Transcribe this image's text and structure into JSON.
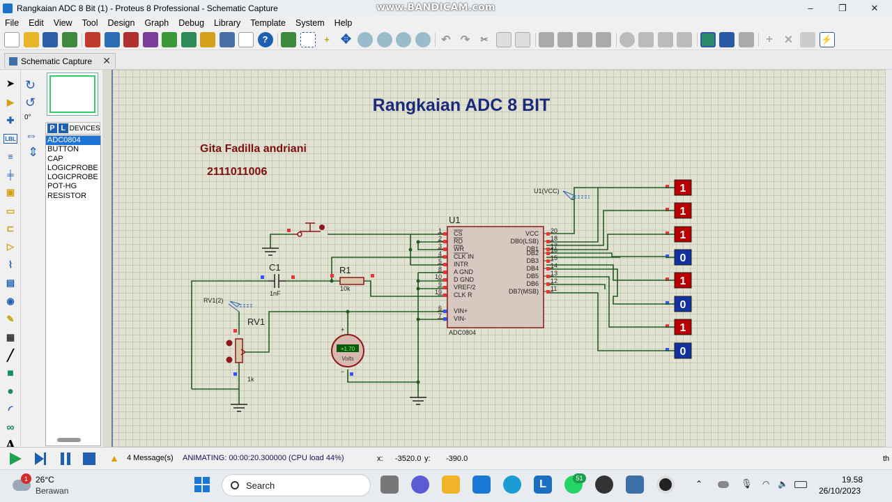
{
  "window": {
    "title": "Rangkaian ADC 8 Bit (1) - Proteus 8 Professional - Schematic Capture",
    "watermark": "www.BANDICAM.com",
    "controls": {
      "minimize": "–",
      "maximize": "❐",
      "close": "✕"
    }
  },
  "menu": [
    "File",
    "Edit",
    "View",
    "Tool",
    "Design",
    "Graph",
    "Debug",
    "Library",
    "Template",
    "System",
    "Help"
  ],
  "toolbar_icons": [
    "new-file-icon",
    "open-folder-icon",
    "save-icon",
    "import-icon",
    "home-icon",
    "schematic-icon",
    "pcb-icon",
    "gerber-icon",
    "3d-viewer-icon",
    "bom-icon",
    "cost-icon",
    "vsm-studio-icon",
    "notes-icon",
    "help-icon",
    "refresh-icon",
    "grid-icon",
    "origin-icon",
    "pan-icon",
    "zoom-in-icon",
    "zoom-out-icon",
    "zoom-all-icon",
    "zoom-area-icon",
    "undo-icon",
    "redo-icon",
    "cut-icon",
    "copy-icon",
    "paste-icon",
    "block-copy-icon",
    "block-move-icon",
    "block-rotate-icon",
    "block-delete-icon",
    "pick-device-icon",
    "make-device-icon",
    "packaging-icon",
    "decompose-icon",
    "wire-autorouter-icon",
    "search-icon",
    "property-tool-icon",
    "new-sheet-icon",
    "remove-sheet-icon",
    "exit-parent-icon",
    "design-explorer-icon"
  ],
  "tab": {
    "label": "Schematic Capture",
    "close": "✕"
  },
  "devices": {
    "header_p": "P",
    "header_l": "L",
    "header_label": "DEVICES",
    "items": [
      "ADC0804",
      "BUTTON",
      "CAP",
      "LOGICPROBE",
      "LOGICPROBE (",
      "POT-HG",
      "RESISTOR"
    ],
    "selected": "ADC0804"
  },
  "rotation": "0°",
  "schematic": {
    "title": "Rangkaian ADC 8 BIT",
    "author": "Gita Fadilla andriani",
    "student_id": "2111011006",
    "ic": {
      "ref": "U1",
      "part": "ADC0804",
      "left_pins": [
        {
          "num": "1",
          "name": "CS"
        },
        {
          "num": "2",
          "name": "RD"
        },
        {
          "num": "3",
          "name": "WR"
        },
        {
          "num": "4",
          "name": "CLK IN"
        },
        {
          "num": "5",
          "name": "INTR"
        },
        {
          "num": "8",
          "name": "A GND"
        },
        {
          "num": "10",
          "name": "D GND"
        },
        {
          "num": "9",
          "name": "VREF/2"
        },
        {
          "num": "19",
          "name": "CLK R"
        },
        {
          "num": "6",
          "name": "VIN+"
        },
        {
          "num": "7",
          "name": "VIN-"
        }
      ],
      "right_pins": [
        {
          "num": "20",
          "name": "VCC"
        },
        {
          "num": "18",
          "name": "DB0(LSB)"
        },
        {
          "num": "17",
          "name": "DB1"
        },
        {
          "num": "16",
          "name": "DB2"
        },
        {
          "num": "15",
          "name": "DB3"
        },
        {
          "num": "14",
          "name": "DB4"
        },
        {
          "num": "13",
          "name": "DB5"
        },
        {
          "num": "12",
          "name": "DB6"
        },
        {
          "num": "11",
          "name": "DB7(MSB)"
        }
      ]
    },
    "vcc_label": "U1(VCC)",
    "rv_probe_label": "RV1(2)",
    "c1": {
      "ref": "C1",
      "value": "1nF"
    },
    "r1": {
      "ref": "R1",
      "value": "10k"
    },
    "rv1": {
      "ref": "RV1",
      "value": "1k"
    },
    "voltmeter": {
      "reading": "+1.70",
      "unit": "Volts",
      "plus": "+",
      "minus": "−"
    },
    "logic_probes": [
      "1",
      "1",
      "1",
      "0",
      "1",
      "0",
      "1",
      "0"
    ],
    "colors": {
      "probe_high": "#b80000",
      "probe_low": "#1232a0",
      "wire": "#1f5c1f",
      "component": "#8b1a1a",
      "title": "#1a2a7a",
      "author": "#7a1010"
    }
  },
  "status": {
    "messages": "4 Message(s)",
    "animating": "ANIMATING: 00:00:20.300000 (CPU load 44%)",
    "x_label": "x:",
    "x_value": "-3520.0",
    "y_label": "y:",
    "y_value": "-390.0",
    "right_text": "th"
  },
  "taskbar": {
    "weather_temp": "26°C",
    "weather_desc": "Berawan",
    "weather_badge": "1",
    "search_placeholder": "Search",
    "whatsapp_badge": "51",
    "time": "19.58",
    "date": "26/10/2023"
  }
}
